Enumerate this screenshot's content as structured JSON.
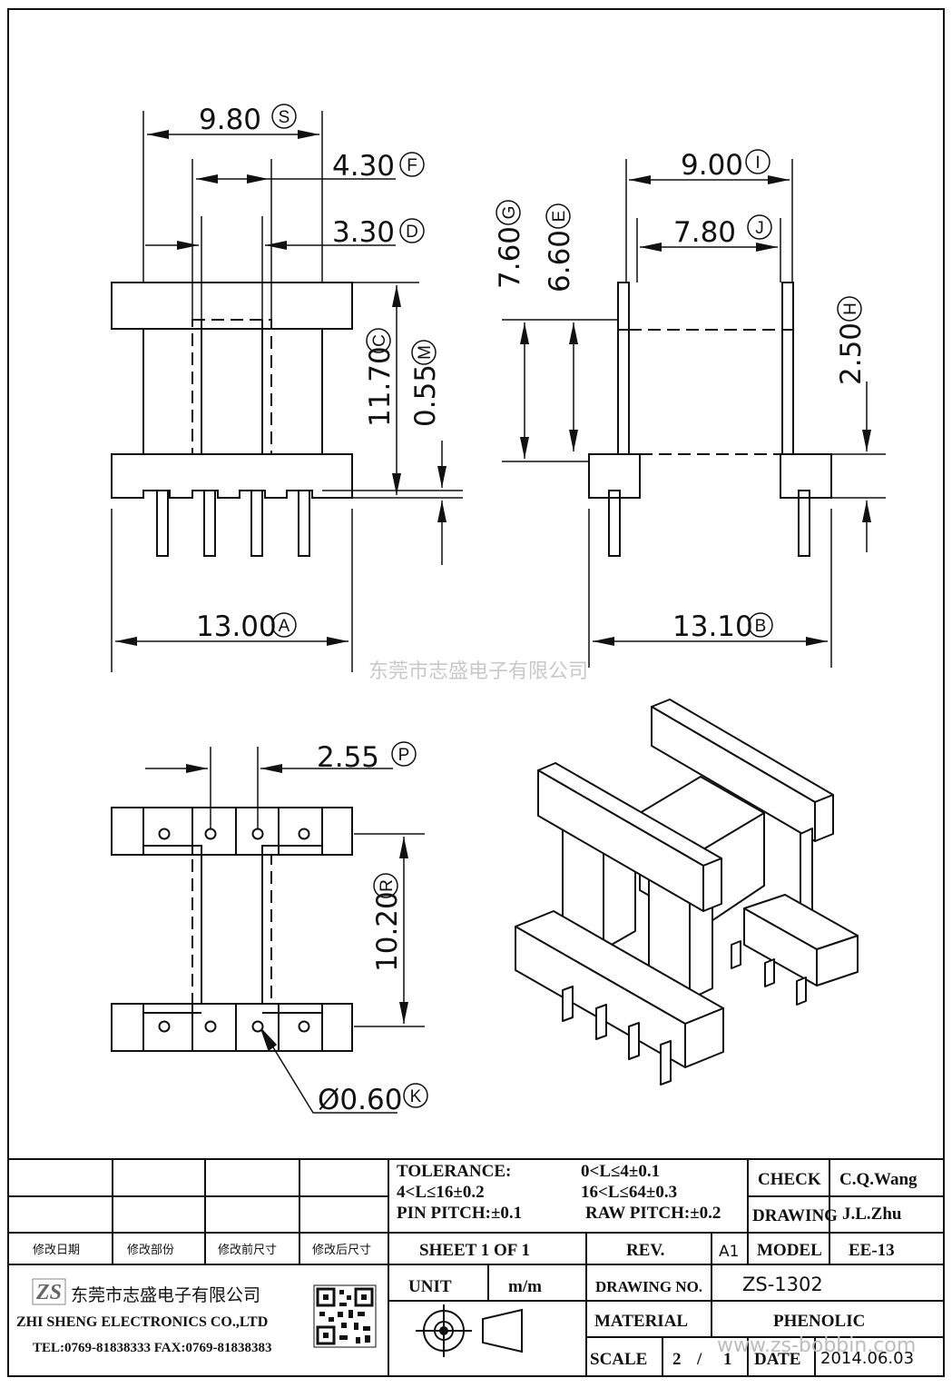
{
  "dimensions": {
    "s": {
      "value": "9.80",
      "letter": "S"
    },
    "f": {
      "value": "4.30",
      "letter": "F"
    },
    "d": {
      "value": "3.30",
      "letter": "D"
    },
    "c": {
      "value": "11.70",
      "letter": "C"
    },
    "m": {
      "value": "0.55",
      "letter": "M"
    },
    "a": {
      "value": "13.00",
      "letter": "A"
    },
    "g": {
      "value": "7.60",
      "letter": "G"
    },
    "e": {
      "value": "6.60",
      "letter": "E"
    },
    "i": {
      "value": "9.00",
      "letter": "I"
    },
    "j": {
      "value": "7.80",
      "letter": "J"
    },
    "h": {
      "value": "2.50",
      "letter": "H"
    },
    "b": {
      "value": "13.10",
      "letter": "B"
    },
    "p": {
      "value": "2.55",
      "letter": "P"
    },
    "r": {
      "value": "10.20",
      "letter": "R"
    },
    "k": {
      "value": "Ø0.60",
      "letter": "K"
    }
  },
  "watermark_center": "东莞市志盛电子有限公司",
  "watermark_corner": "www.zs-bobbin.com",
  "title_block": {
    "tolerance_label": "TOLERANCE:",
    "tol_1": "0<L≤4±0.1",
    "tol_2": "4<L≤16±0.2",
    "tol_3": "16<L≤64±0.3",
    "pin_pitch": "PIN PITCH:±0.1",
    "raw_pitch": "RAW PITCH:±0.2",
    "check_label": "CHECK",
    "check_value": "C.Q.Wang",
    "drawing_label": "DRAWING",
    "drawing_value": "J.L.Zhu",
    "rev_col_1": "修改日期",
    "rev_col_2": "修改部份",
    "rev_col_3": "修改前尺寸",
    "rev_col_4": "修改后尺寸",
    "sheet": "SHEET 1 OF 1",
    "rev_label": "REV.",
    "rev_value": "A1",
    "model_label": "MODEL",
    "model_value": "EE-13",
    "company_logo": "ZS",
    "company_cn": "东莞市志盛电子有限公司",
    "company_en": "ZHI SHENG ELECTRONICS CO.,LTD",
    "contact": "TEL:0769-81838333 FAX:0769-81838383",
    "unit_label": "UNIT",
    "unit_value": "m/m",
    "drawing_no_label": "DRAWING NO.",
    "drawing_no_value": "ZS-1302",
    "material_label": "MATERIAL",
    "material_value": "PHENOLIC",
    "scale_label": "SCALE",
    "scale_num": "2",
    "scale_sep": "/",
    "scale_den": "1",
    "date_label": "DATE",
    "date_value": "2014.06.03"
  }
}
